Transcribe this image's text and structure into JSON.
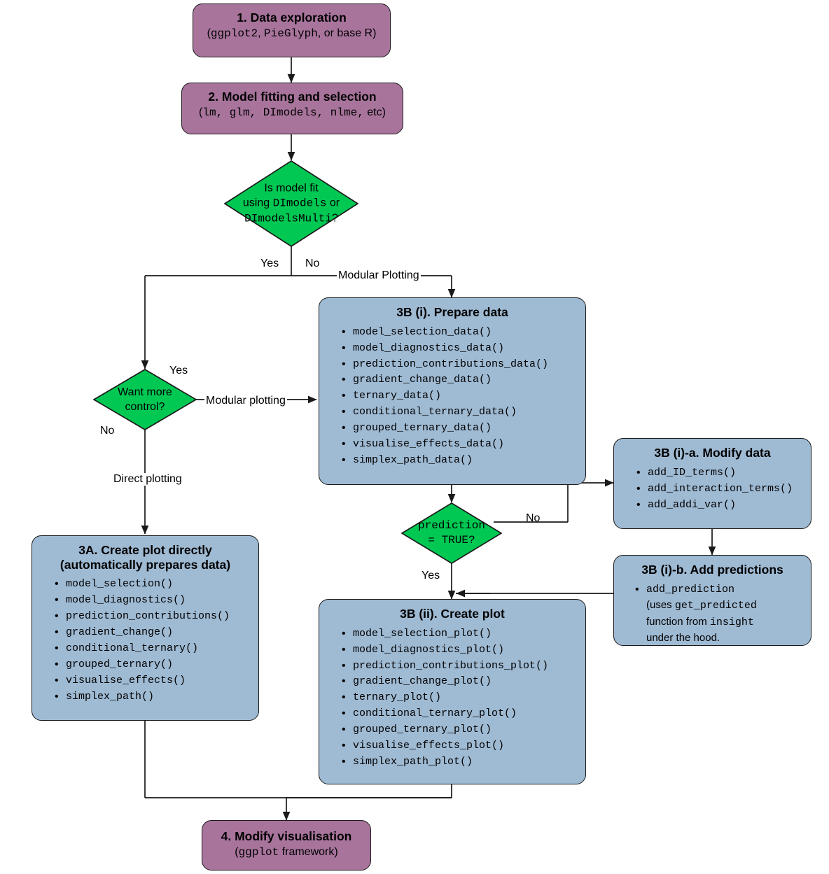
{
  "diagram": {
    "title": "DImodelsVis workflow flowchart",
    "colors": {
      "purple": "#a8749c",
      "blue": "#9fbad3",
      "green": "#00c853",
      "stroke": "#1a1a1a"
    }
  },
  "nodes": {
    "step1": {
      "title": "1. Data exploration",
      "sub_open": "(",
      "sub_mono1": "ggplot2",
      "sub_sep1": ", ",
      "sub_mono2": "PieGlyph",
      "sub_tail": ", or base R)"
    },
    "step2": {
      "title": "2. Model fitting and selection",
      "sub_open": "(",
      "sub_mono": "lm, glm, DImodels, nlme,",
      "sub_tail": " etc)"
    },
    "decision1": {
      "line1": "Is model fit",
      "line2_pre": "using ",
      "line2_mono": "DImodels",
      "line2_post": " or",
      "line3_mono": "DImodelsMulti",
      "line3_post": "?"
    },
    "decision2": {
      "line1": "Want more",
      "line2": "control?"
    },
    "decision3": {
      "line1": "prediction",
      "line2": "= TRUE?"
    },
    "step3a": {
      "title_line1": "3A. Create plot directly",
      "title_line2": "(automatically prepares data)",
      "items": [
        "model_selection()",
        "model_diagnostics()",
        "prediction_contributions()",
        "gradient_change()",
        "conditional_ternary()",
        "grouped_ternary()",
        "visualise_effects()",
        "simplex_path()"
      ]
    },
    "step3bi": {
      "title": "3B (i). Prepare data",
      "items": [
        "model_selection_data()",
        "model_diagnostics_data()",
        "prediction_contributions_data()",
        "gradient_change_data()",
        "ternary_data()",
        "conditional_ternary_data()",
        "grouped_ternary_data()",
        "visualise_effects_data()",
        "simplex_path_data()"
      ]
    },
    "step3bia": {
      "title": "3B (i)-a. Modify data",
      "items": [
        "add_ID_terms()",
        "add_interaction_terms()",
        "add_addi_var()"
      ]
    },
    "step3bib": {
      "title": "3B (i)-b. Add predictions",
      "bullet_mono1": "add_prediction",
      "line2_pre": "(uses ",
      "line2_mono": "get_predicted",
      "line3_pre": "function from ",
      "line3_mono": "insight",
      "line4": "under the hood."
    },
    "step3bii": {
      "title": "3B (ii). Create plot",
      "items": [
        "model_selection_plot()",
        "model_diagnostics_plot()",
        "prediction_contributions_plot()",
        "gradient_change_plot()",
        "ternary_plot()",
        "conditional_ternary_plot()",
        "grouped_ternary_plot()",
        "visualise_effects_plot()",
        "simplex_path_plot()"
      ]
    },
    "step4": {
      "title": "4. Modify visualisation",
      "sub_open": "(",
      "sub_mono": "ggplot",
      "sub_tail": " framework)"
    }
  },
  "edge_labels": {
    "d1_yes": "Yes",
    "d1_no": "No",
    "modular_plotting_cap": "Modular Plotting",
    "d2_yes": "Yes",
    "d2_no": "No",
    "modular_plotting_low": "Modular plotting",
    "direct_plotting": "Direct plotting",
    "d3_no": "No",
    "d3_yes": "Yes"
  }
}
